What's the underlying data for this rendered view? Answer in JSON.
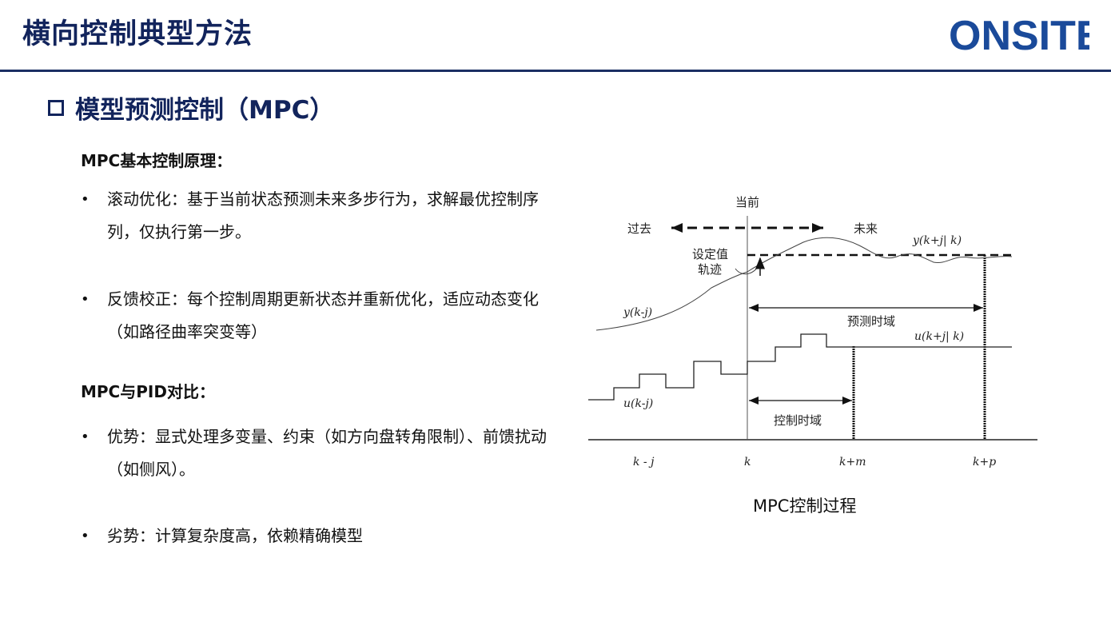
{
  "header": {
    "title": "横向控制典型方法",
    "logo_text": "ONSITE",
    "brand_color": "#1a4a9a"
  },
  "section": {
    "title": "模型预测控制（MPC）"
  },
  "principles": {
    "heading": "MPC基本控制原理：",
    "items": [
      {
        "bullet": "•",
        "text": "滚动优化：基于当前状态预测未来多步行为，求解最优控制序列，仅执行第一步。"
      },
      {
        "bullet": "•",
        "text": "反馈校正：每个控制周期更新状态并重新优化，适应动态变化（如路径曲率突变等）"
      }
    ]
  },
  "comparison": {
    "heading": "MPC与PID对比：",
    "items": [
      {
        "bullet": "•",
        "text": "优势：显式处理多变量、约束（如方向盘转角限制）、前馈扰动（如侧风）。"
      },
      {
        "bullet": "•",
        "text": "劣势：计算复杂度高，依赖精确模型"
      }
    ]
  },
  "figure": {
    "caption": "MPC控制过程",
    "labels": {
      "now": "当前",
      "past": "过去",
      "future": "未来",
      "setpoint_line1": "设定值",
      "setpoint_line2": "轨迹",
      "y_past": "y(k-j)",
      "y_pred": "y(k+j| k)",
      "u_past": "u(k-j)",
      "u_pred": "u(k+j| k)",
      "prediction_horizon": "预测时域",
      "control_horizon": "控制时域",
      "tick_kj": "k - j",
      "tick_k": "k",
      "tick_km": "k+m",
      "tick_kp": "k+p"
    }
  }
}
